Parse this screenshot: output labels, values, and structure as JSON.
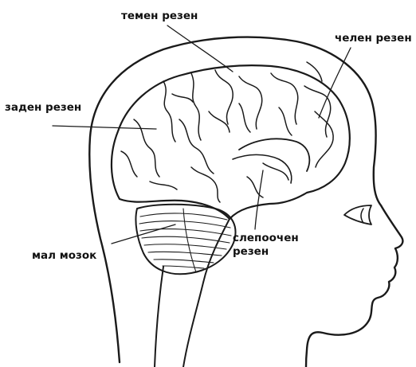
{
  "labels": {
    "parietal": "темен резен",
    "frontal": "челен резен",
    "occipital": "заден резен",
    "cerebellum": "мал мозок",
    "temporal": "слепоочен резен"
  }
}
